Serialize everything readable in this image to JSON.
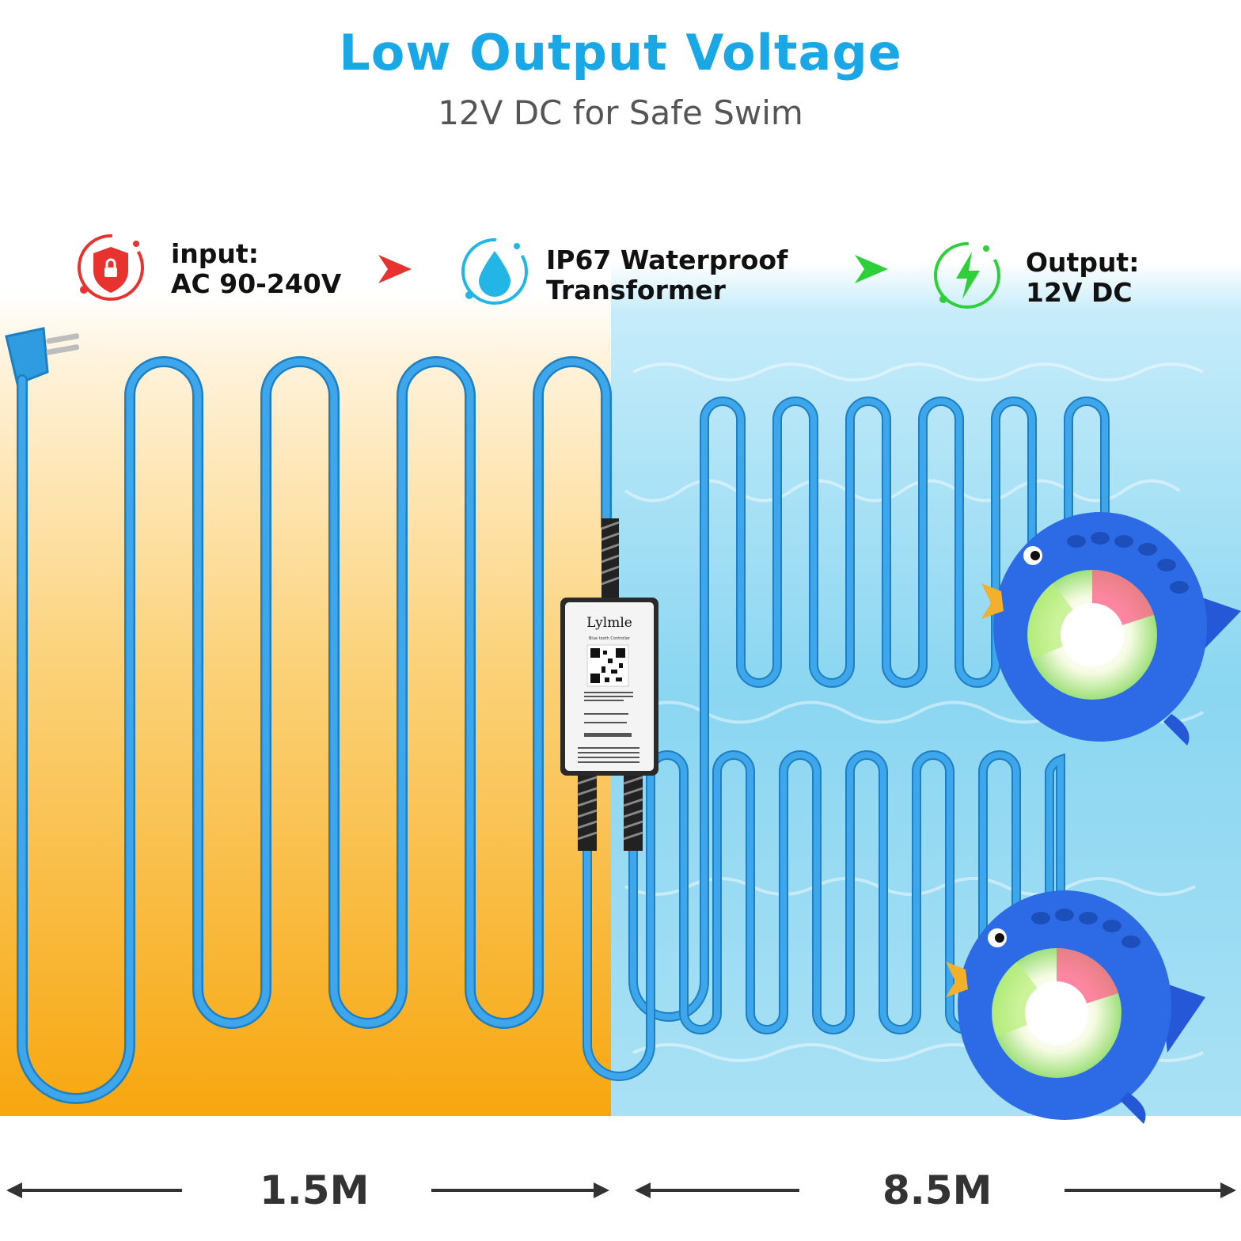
{
  "header": {
    "title": "Low Output Voltage",
    "subtitle": "12V DC for Safe Swim"
  },
  "features": [
    {
      "line1": "input:",
      "line2": "AC 90-240V",
      "icon": "shield-lock-icon",
      "color": "#e8322f"
    },
    {
      "line1": "IP67 Waterproof",
      "line2": "Transformer",
      "icon": "water-drop-icon",
      "color": "#22b5e6"
    },
    {
      "line1": "Output:",
      "line2": "12V DC",
      "icon": "lightning-bolt-icon",
      "color": "#2fcf3a"
    }
  ],
  "controller": {
    "brand": "Lylmle",
    "label": "Blue tooth Controller"
  },
  "measurements": {
    "left": "1.5M",
    "right": "8.5M"
  },
  "colors": {
    "cable": "#2f9be0",
    "title": "#1aa7e6",
    "orange_bg": "#f8a91a",
    "pool_bg": "#8fd8f2"
  }
}
